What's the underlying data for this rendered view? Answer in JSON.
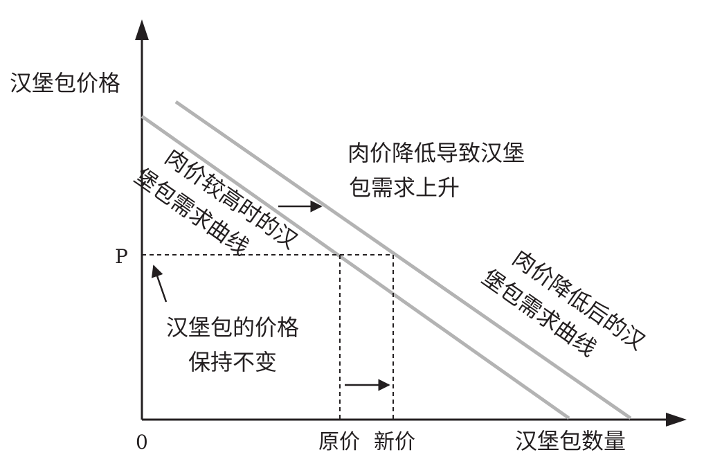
{
  "axes": {
    "y_label": "汉堡包价格",
    "x_label": "汉堡包数量",
    "origin": "0",
    "price_tick": "P",
    "x_tick_old": "原价",
    "x_tick_new": "新价"
  },
  "curves": {
    "old_line1": "肉价较高时的汉",
    "old_line2": "堡包需求曲线",
    "new_line1": "肉价降低后的汉",
    "new_line2": "堡包需求曲线"
  },
  "notes": {
    "shift_line1": "肉价降低导致汉堡",
    "shift_line2": "包需求上升",
    "constant_line1": "汉堡包的价格",
    "constant_line2": "保持不变"
  },
  "colors": {
    "axis": "#231f20",
    "curve": "#b3b3b3",
    "text": "#231f20"
  }
}
